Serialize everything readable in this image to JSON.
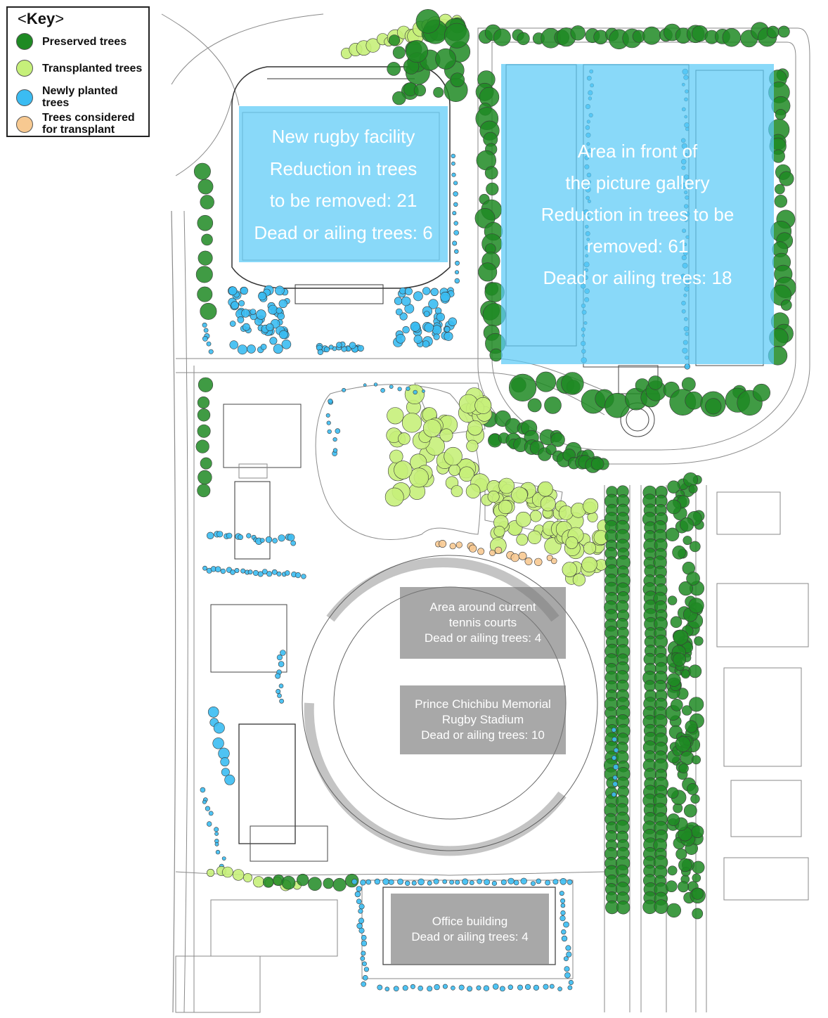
{
  "legend": {
    "title_open": "<",
    "title_word": "Key",
    "title_close": ">",
    "items": [
      {
        "label": "Preserved trees",
        "color": "#1e8a23"
      },
      {
        "label": "Transplanted trees",
        "color": "#c6f07a"
      },
      {
        "label": "Newly planted trees",
        "color": "#3bbcf2"
      },
      {
        "label": "Trees considered for transplant",
        "color": "#f7c991"
      }
    ]
  },
  "zones": {
    "rugby_facility": {
      "lines": [
        "New rugby facility",
        "Reduction in trees",
        "to be removed: 21",
        "Dead or ailing trees: 6"
      ],
      "fill": "#5ccaf7"
    },
    "picture_gallery": {
      "lines": [
        "Area in front of",
        "the picture gallery",
        "Reduction in trees to be",
        "removed: 61",
        "Dead or ailing trees: 18"
      ],
      "fill": "#5ccaf7"
    },
    "tennis_courts": {
      "lines": [
        "Area around current",
        "tennis courts",
        "Dead or ailing trees: 4"
      ],
      "fill": "#7a7a7a"
    },
    "stadium": {
      "lines": [
        "Prince Chichibu Memorial",
        "Rugby Stadium",
        "Dead or ailing trees: 10"
      ],
      "fill": "#7a7a7a"
    },
    "office": {
      "lines": [
        "Office building",
        "Dead or ailing trees: 4"
      ],
      "fill": "#7a7a7a"
    }
  },
  "colors": {
    "preserved": "#1e8a23",
    "transplanted": "#c6f07a",
    "new": "#3bbcf2",
    "considered": "#f7c991",
    "linework": "#8a8a8a"
  }
}
